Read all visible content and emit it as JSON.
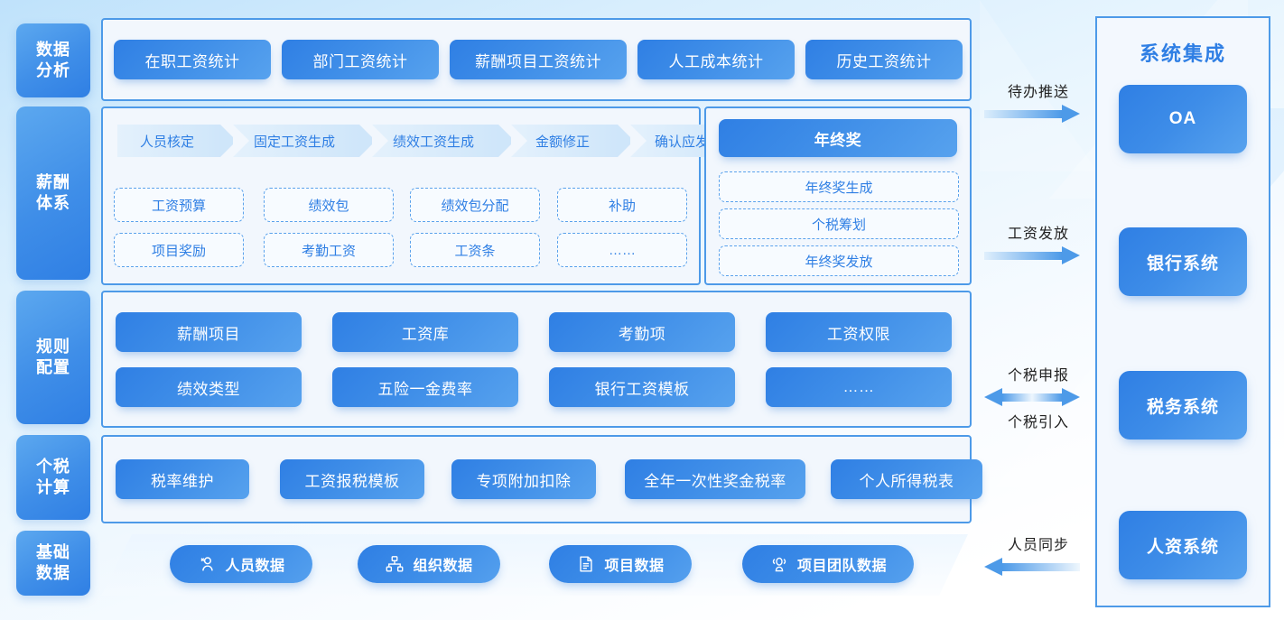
{
  "sidebar": {
    "items": [
      {
        "label": "数据\n分析",
        "name": "data-analysis"
      },
      {
        "label": "薪酬\n体系",
        "name": "compensation-system"
      },
      {
        "label": "规则\n配置",
        "name": "rule-configuration"
      },
      {
        "label": "个税\n计算",
        "name": "tax-calculation"
      },
      {
        "label": "基础\n数据",
        "name": "basic-data"
      }
    ]
  },
  "data_analysis": {
    "buttons": [
      "在职工资统计",
      "部门工资统计",
      "薪酬项目工资统计",
      "人工成本统计",
      "历史工资统计"
    ]
  },
  "compensation": {
    "flow": [
      "人员核定",
      "固定工资生成",
      "绩效工资生成",
      "金额修正",
      "确认应发"
    ],
    "items": [
      "工资预算",
      "绩效包",
      "绩效包分配",
      "补助",
      "项目奖励",
      "考勤工资",
      "工资条",
      "……"
    ],
    "bonus": {
      "title": "年终奖",
      "items": [
        "年终奖生成",
        "个税筹划",
        "年终奖发放"
      ]
    }
  },
  "rules": {
    "items": [
      "薪酬项目",
      "工资库",
      "考勤项",
      "工资权限",
      "绩效类型",
      "五险一金费率",
      "银行工资模板",
      "……"
    ]
  },
  "tax": {
    "items": [
      "税率维护",
      "工资报税模板",
      "专项附加扣除",
      "全年一次性奖金税率",
      "个人所得税表"
    ]
  },
  "basic": {
    "items": [
      {
        "label": "人员数据",
        "icon": "person-icon"
      },
      {
        "label": "组织数据",
        "icon": "org-chart-icon"
      },
      {
        "label": "项目数据",
        "icon": "document-icon"
      },
      {
        "label": "项目团队数据",
        "icon": "group-icon"
      }
    ]
  },
  "integration": {
    "title": "系统集成",
    "systems": [
      "OA",
      "银行系统",
      "税务系统",
      "人资系统"
    ],
    "arrows": [
      {
        "label": "待办推送",
        "dir": "right"
      },
      {
        "label": "工资发放",
        "dir": "right"
      },
      {
        "label": "个税申报",
        "sublabel": "个税引入",
        "dir": "both"
      },
      {
        "label": "人员同步",
        "dir": "left"
      }
    ]
  },
  "colors": {
    "accent": "#2f7fe4",
    "border": "#4d9ae8",
    "panel_bg": "#f2f7fd"
  }
}
